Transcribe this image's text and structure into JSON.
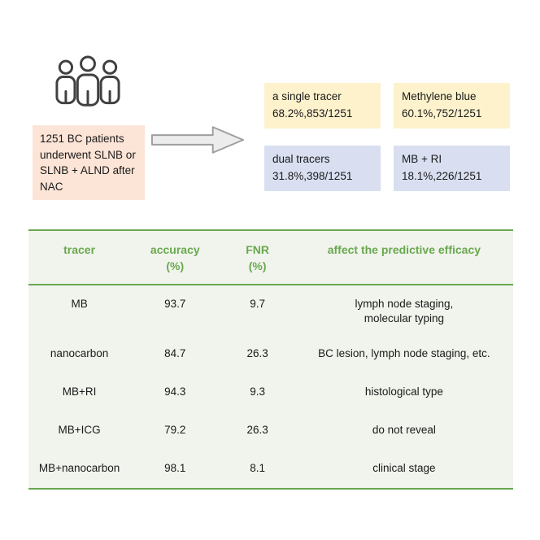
{
  "flow": {
    "patients_box": {
      "text": "1251 BC patients underwent SLNB or SLNB + ALND after NAC"
    },
    "boxes": [
      {
        "line1": "a single tracer",
        "line2": "68.2%,853/1251"
      },
      {
        "line1": "Methylene blue",
        "line2": "60.1%,752/1251"
      },
      {
        "line1": "dual tracers",
        "line2": "31.8%,398/1251"
      },
      {
        "line1": "MB + RI",
        "line2": "18.1%,226/1251"
      }
    ]
  },
  "table": {
    "headers": [
      {
        "line1": "tracer",
        "line2": ""
      },
      {
        "line1": "accuracy",
        "line2": "(%)"
      },
      {
        "line1": "FNR",
        "line2": "(%)"
      },
      {
        "line1": "affect the predictive efficacy",
        "line2": ""
      }
    ],
    "rows": [
      {
        "tracer": "MB",
        "accuracy": "93.7",
        "fnr": "9.7",
        "affect": "lymph node staging,\nmolecular typing"
      },
      {
        "tracer": "nanocarbon",
        "accuracy": "84.7",
        "fnr": "26.3",
        "affect": "BC lesion, lymph node staging, etc."
      },
      {
        "tracer": "MB+RI",
        "accuracy": "94.3",
        "fnr": "9.3",
        "affect": "histological type"
      },
      {
        "tracer": "MB+ICG",
        "accuracy": "79.2",
        "fnr": "26.3",
        "affect": "do not reveal"
      },
      {
        "tracer": "MB+nanocarbon",
        "accuracy": "98.1",
        "fnr": "8.1",
        "affect": "clinical stage"
      }
    ]
  },
  "colors": {
    "accent_green": "#6aa84f",
    "patients_box_bg": "#fce4d6",
    "single_tracer_bg": "#fdf2cc",
    "dual_tracer_bg": "#d9dff1",
    "table_bg": "#f0f4ec",
    "icon_stroke": "#404040",
    "arrow_fill": "#ececec"
  }
}
